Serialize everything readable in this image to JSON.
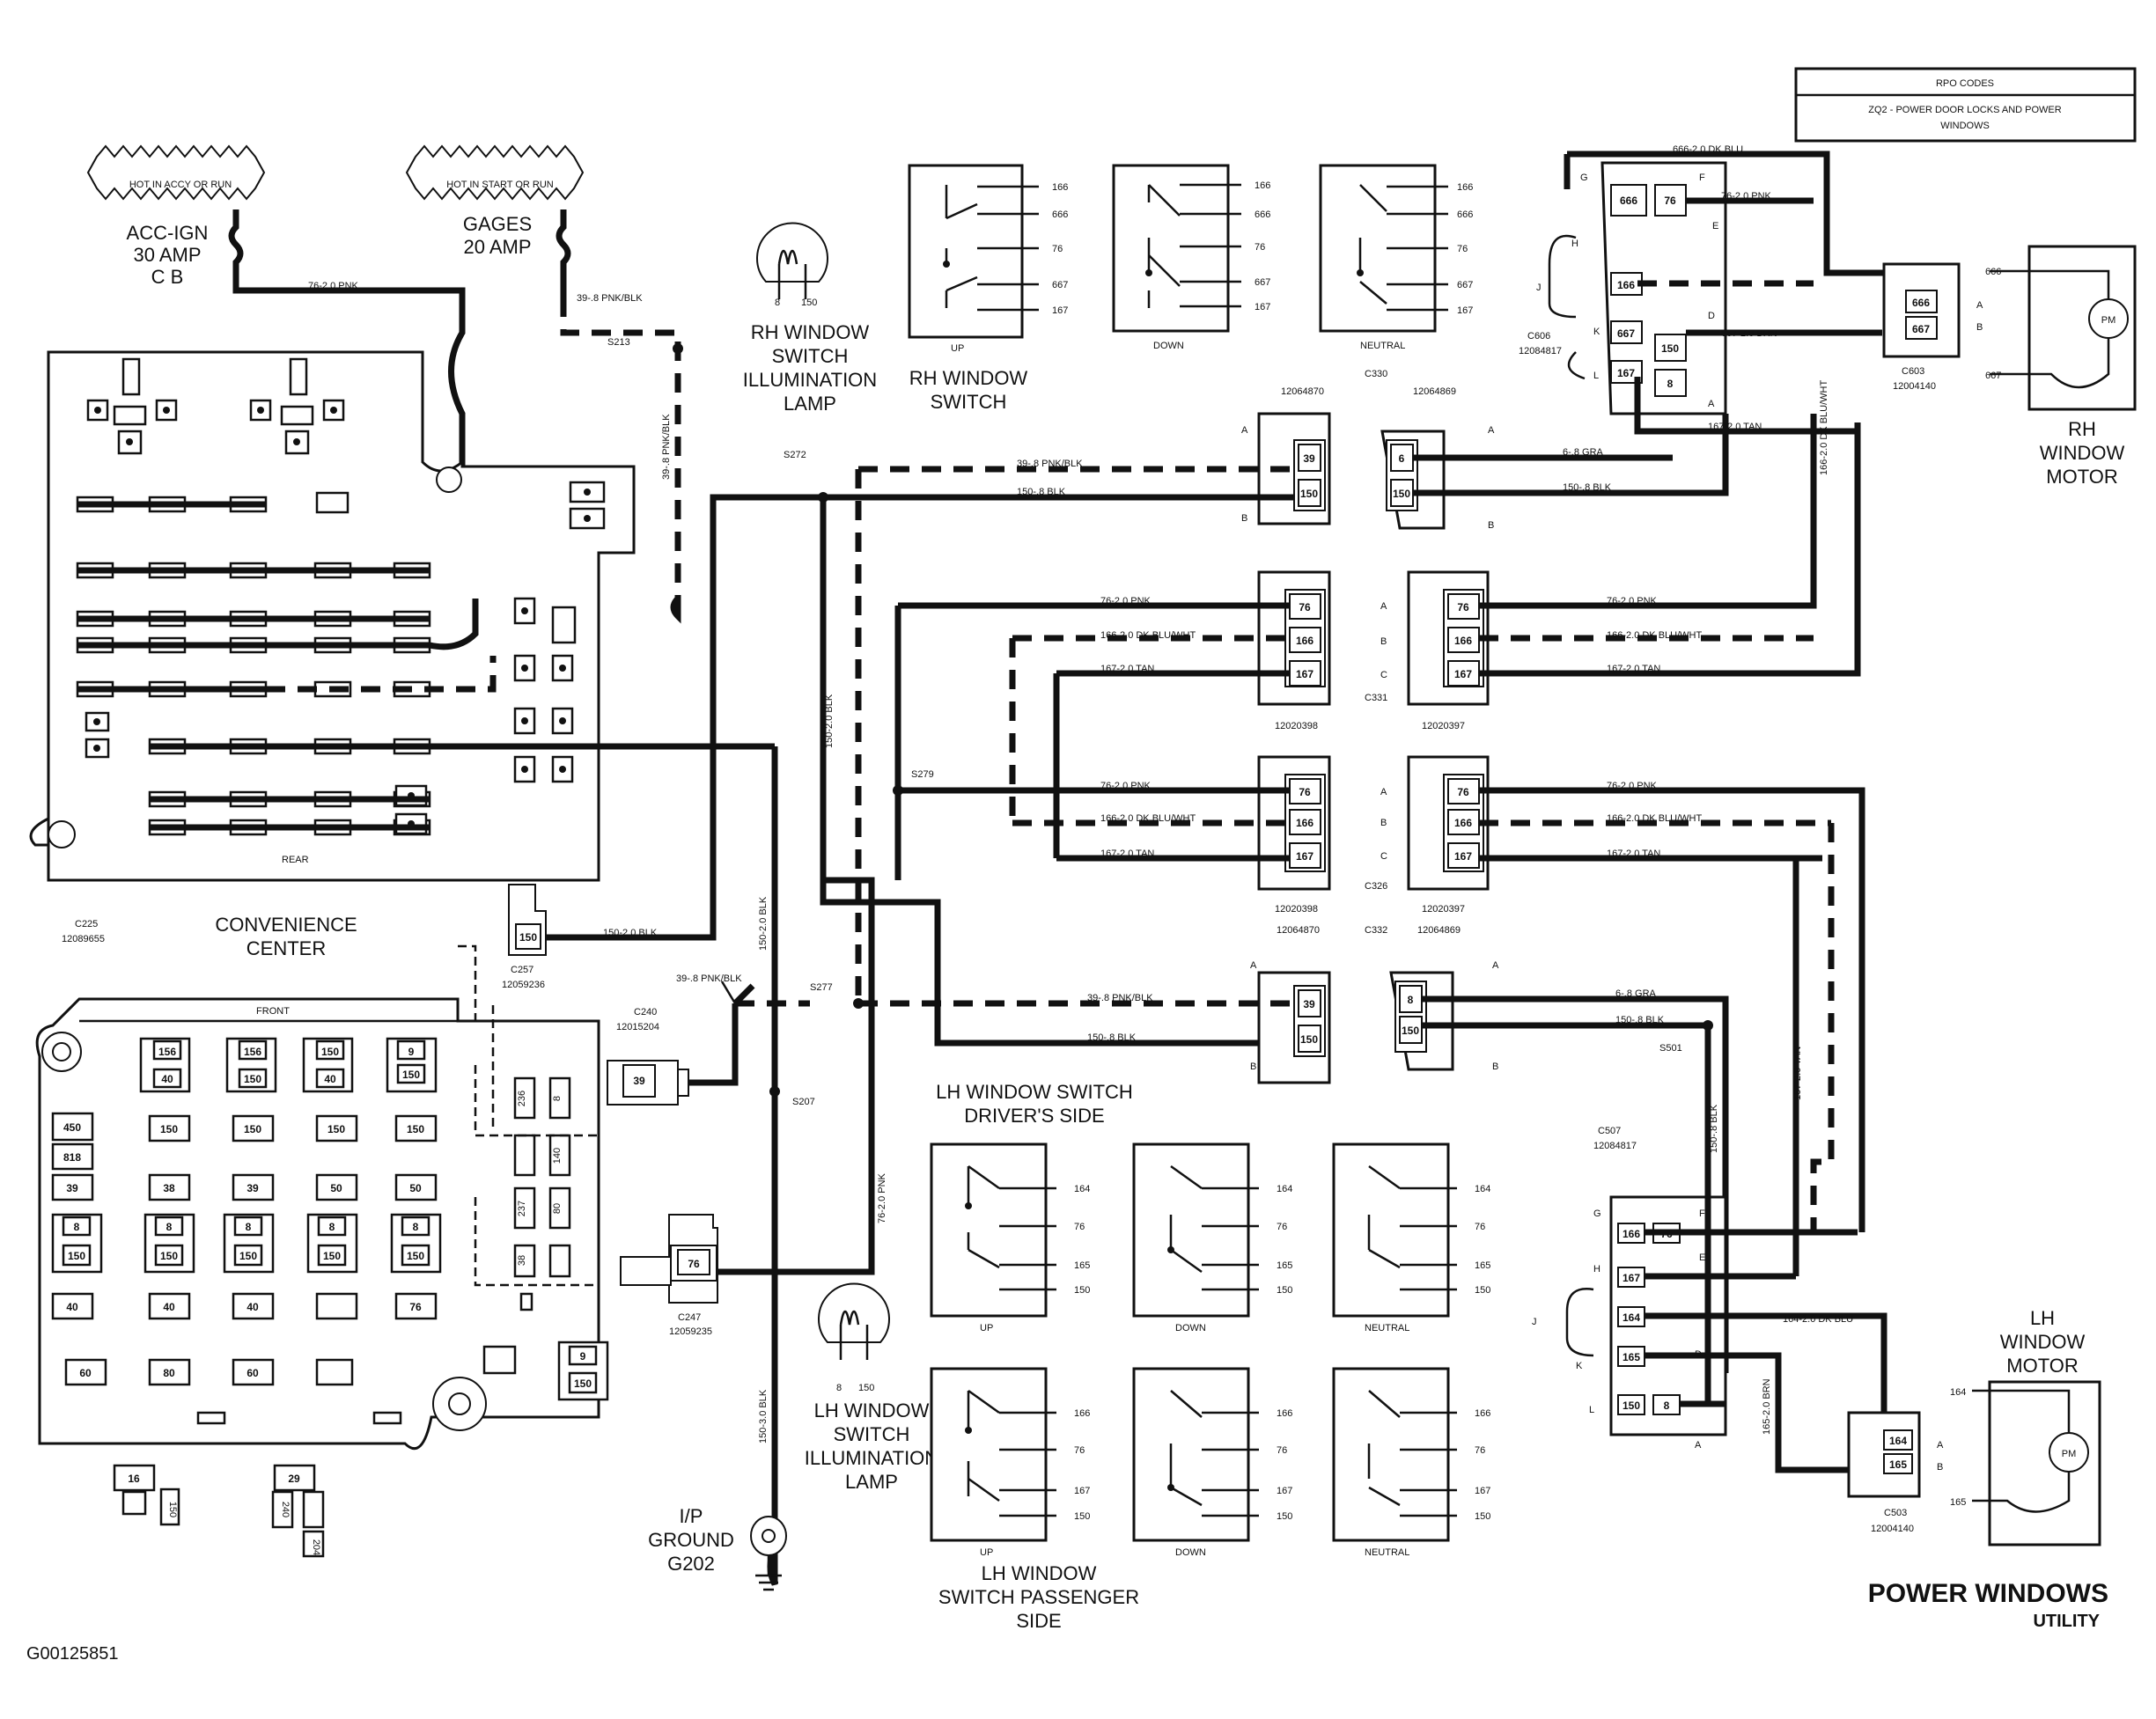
{
  "title": "POWER WINDOWS",
  "subtitle": "UTILITY",
  "figure_id": "G00125851",
  "rpo": {
    "header": "RPO CODES",
    "line1": "ZQ2 - POWER DOOR LOCKS AND POWER",
    "line2": "WINDOWS"
  },
  "power": {
    "accy_hot": "HOT IN ACCY OR RUN",
    "accy_name1": "ACC-IGN",
    "accy_name2": "30 AMP",
    "accy_name3": "C B",
    "gauges_hot": "HOT IN START OR RUN",
    "gauges_name1": "GAGES",
    "gauges_name2": "20 AMP"
  },
  "convenience": {
    "line1": "CONVENIENCE",
    "line2": "CENTER",
    "conn": "C225",
    "conn_pn": "12089655",
    "rear": "REAR",
    "front": "FRONT"
  },
  "wires": {
    "w76_pnk": "76-2.0 PNK",
    "w39_pnkblk": "39-.8 PNK/BLK",
    "w150_blk_8": "150-.8 BLK",
    "w150_blk_20": "150-2.0 BLK",
    "w150_blk_30": "150-3.0 BLK",
    "w166_dkbluwht": "166-2.0 DK BLU/WHT",
    "w167_tan": "167-2.0 TAN",
    "w6_gra": "6-.8 GRA",
    "w666_dkblu": "666-2.0 DK BLU",
    "w667_brn": "667-2.0 BRN",
    "w164_dkblu": "164-2.0 DK BLU",
    "w165_brn": "165-2.0 BRN",
    "w76_2pnk": "76-2.0 PNK"
  },
  "splices": {
    "s213": "S213",
    "s272": "S272",
    "s279": "S279",
    "s277": "S277",
    "s207": "S207",
    "s501": "S501"
  },
  "connectors": {
    "c257": "C257",
    "c257_pn": "12059236",
    "c240": "C240",
    "c240_pn": "12015204",
    "c247": "C247",
    "c247_pn": "12059235",
    "c330": "C330",
    "c331": "C331",
    "c326": "C326",
    "c332": "C332",
    "c606": "C606",
    "c606_pn": "12084817",
    "c603": "C603",
    "c603_pn": "12004140",
    "c507": "C507",
    "c507_pn": "12084817",
    "c503": "C503",
    "c503_pn": "12004140",
    "pn_12064870": "12064870",
    "pn_12064869": "12064869",
    "pn_12020398": "12020398",
    "pn_12020397": "12020397"
  },
  "labels": {
    "rh_lamp1": "RH WINDOW",
    "rh_lamp2": "SWITCH",
    "rh_lamp3": "ILLUMINATION",
    "rh_lamp4": "LAMP",
    "rh_switch1": "RH WINDOW",
    "rh_switch2": "SWITCH",
    "rh_motor1": "RH",
    "rh_motor2": "WINDOW",
    "rh_motor3": "MOTOR",
    "lh_drv1": "LH WINDOW SWITCH",
    "lh_drv2": "DRIVER'S SIDE",
    "lh_lamp1": "LH WINDOW",
    "lh_lamp2": "SWITCH",
    "lh_lamp3": "ILLUMINATION",
    "lh_lamp4": "LAMP",
    "lh_pass1": "LH WINDOW",
    "lh_pass2": "SWITCH PASSENGER",
    "lh_pass3": "SIDE",
    "lh_motor1": "LH",
    "lh_motor2": "WINDOW",
    "lh_motor3": "MOTOR",
    "ground1": "I/P",
    "ground2": "GROUND",
    "ground3": "G202",
    "pm": "PM"
  },
  "switch_positions": {
    "up": "UP",
    "down": "DOWN",
    "neutral": "NEUTRAL"
  },
  "pins": {
    "p166": "166",
    "p666": "666",
    "p76": "76",
    "p667": "667",
    "p167": "167",
    "p164": "164",
    "p165": "165",
    "p150": "150",
    "p39": "39",
    "p6": "6",
    "p8": "8",
    "p666b": "666",
    "p667b": "667",
    "A": "A",
    "B": "B",
    "C": "C",
    "D": "D",
    "E": "E",
    "F": "F",
    "G": "G",
    "H": "H",
    "J": "J",
    "K": "K",
    "L": "L"
  },
  "fuses": {
    "f156": "156",
    "f40": "40",
    "f9": "9",
    "f150": "150",
    "f450": "450",
    "f818": "818",
    "f39": "39",
    "f50": "50",
    "f8": "8",
    "f60": "60",
    "f16": "16",
    "f29": "29",
    "f240": "240",
    "f204": "204",
    "f236": "236",
    "f140": "140",
    "f237": "237",
    "f80": "80",
    "f38": "38"
  },
  "colors": {
    "ink": "#111111",
    "paper": "#ffffff"
  }
}
